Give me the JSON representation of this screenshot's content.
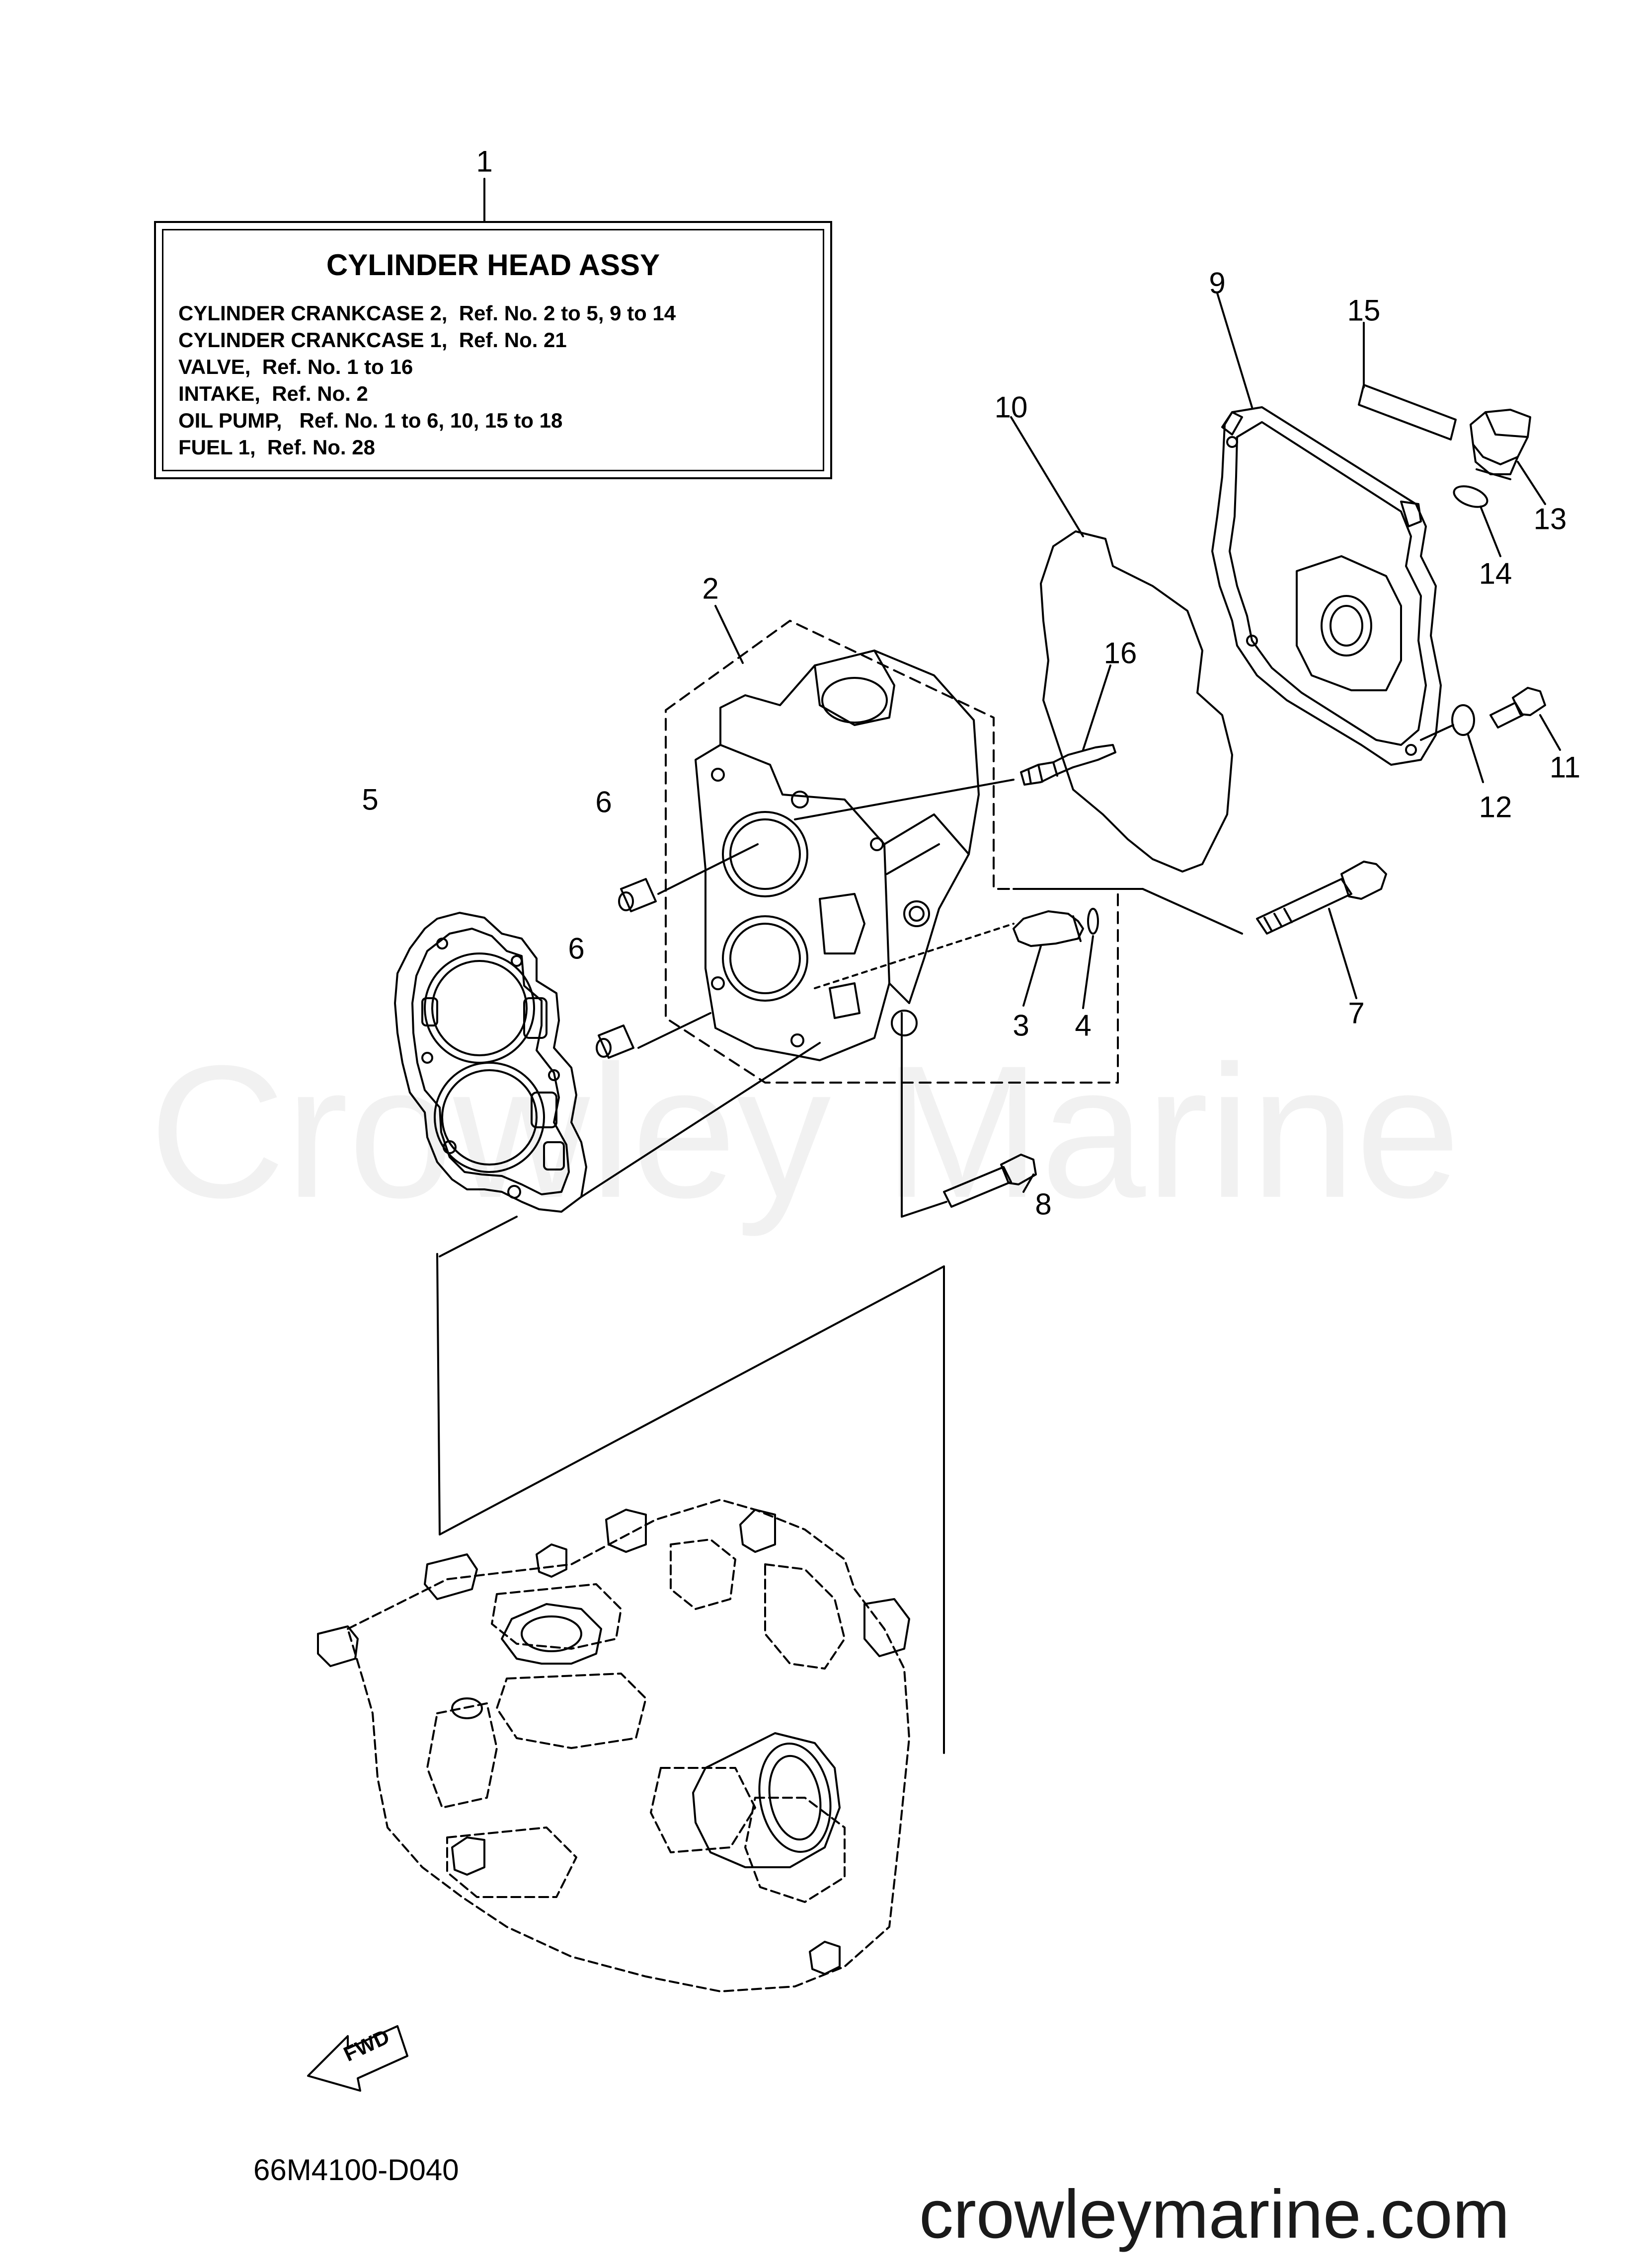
{
  "label_box": {
    "title": "CYLINDER HEAD ASSY",
    "lines": [
      "CYLINDER CRANKCASE 2,  Ref. No. 2 to 5, 9 to 14",
      "CYLINDER CRANKCASE 1,  Ref. No. 21",
      "VALVE,  Ref. No. 1 to 16",
      "INTAKE,  Ref. No. 2",
      "OIL PUMP,   Ref. No. 1 to 6, 10, 15 to 18",
      "FUEL 1,  Ref. No. 28"
    ]
  },
  "callouts": [
    "1",
    "2",
    "3",
    "4",
    "5",
    "6",
    "6",
    "7",
    "8",
    "9",
    "10",
    "11",
    "12",
    "13",
    "14",
    "15",
    "16"
  ],
  "direction_marker": "FWD",
  "drawing_number": "66M4100-D040",
  "watermark": "Crowley Marine",
  "site": "crowleymarine.com"
}
